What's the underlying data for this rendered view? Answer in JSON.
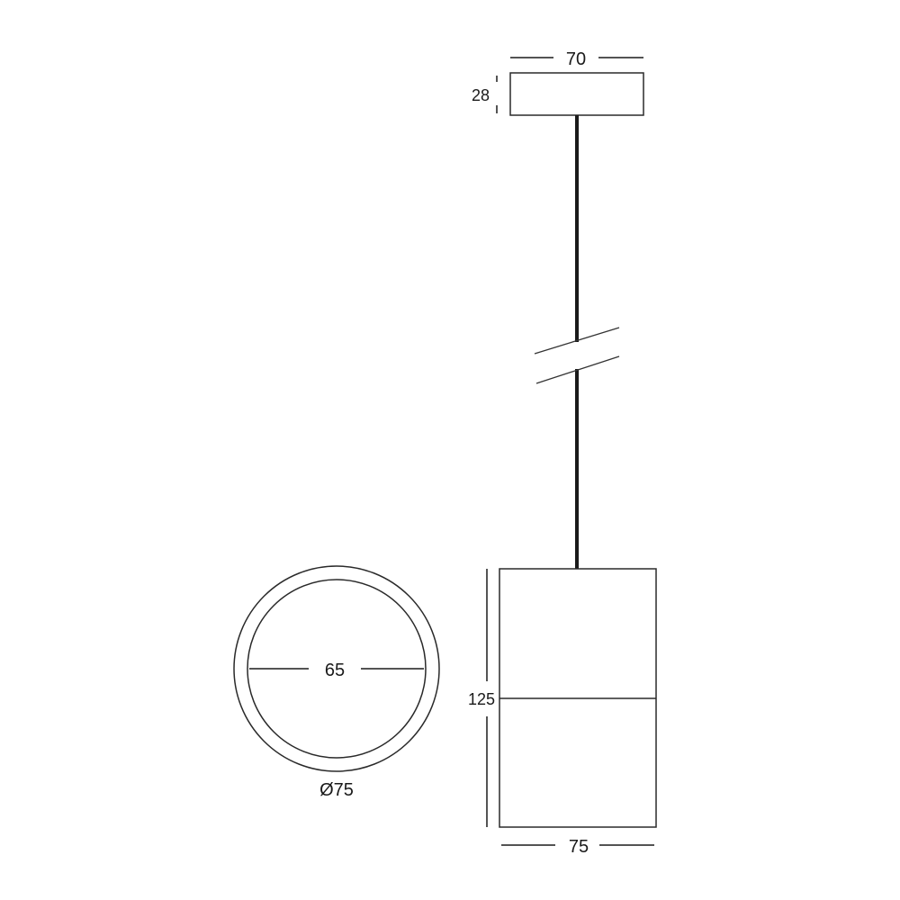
{
  "dimensions": {
    "canopy_width": "70",
    "canopy_height": "28",
    "body_height": "125",
    "body_width": "75",
    "inner_diameter": "65",
    "outer_diameter": "Ø75"
  },
  "colors": {
    "line": "#1a1a1a",
    "outline": "#2a2a2a"
  }
}
